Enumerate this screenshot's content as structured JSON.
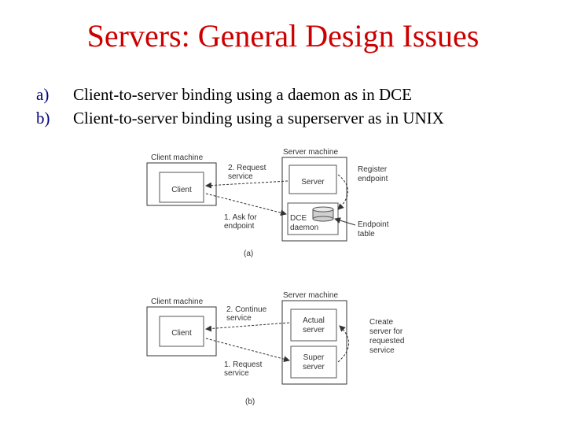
{
  "title": "Servers: General Design Issues",
  "bullets": [
    {
      "mark": "a)",
      "text": "Client-to-server binding using a daemon as in DCE"
    },
    {
      "mark": "b)",
      "text": "Client-to-server binding using a superserver as in UNIX"
    }
  ],
  "diagram_a": {
    "client_machine": "Client machine",
    "client": "Client",
    "server_machine": "Server machine",
    "server": "Server",
    "dce_daemon": [
      "DCE",
      "daemon"
    ],
    "request_service": [
      "2. Request",
      "service"
    ],
    "ask_endpoint": [
      "1. Ask for",
      "endpoint"
    ],
    "register_endpoint": [
      "Register",
      "endpoint"
    ],
    "endpoint_table": [
      "Endpoint",
      "table"
    ],
    "caption": "(a)"
  },
  "diagram_b": {
    "client_machine": "Client machine",
    "client": "Client",
    "server_machine": "Server machine",
    "actual_server": [
      "Actual",
      "server"
    ],
    "super_server": [
      "Super",
      "server"
    ],
    "continue_service": [
      "2. Continue",
      "service"
    ],
    "request_service": [
      "1. Request",
      "service"
    ],
    "create_server": [
      "Create",
      "server for",
      "requested",
      "service"
    ],
    "caption": "(b)"
  }
}
